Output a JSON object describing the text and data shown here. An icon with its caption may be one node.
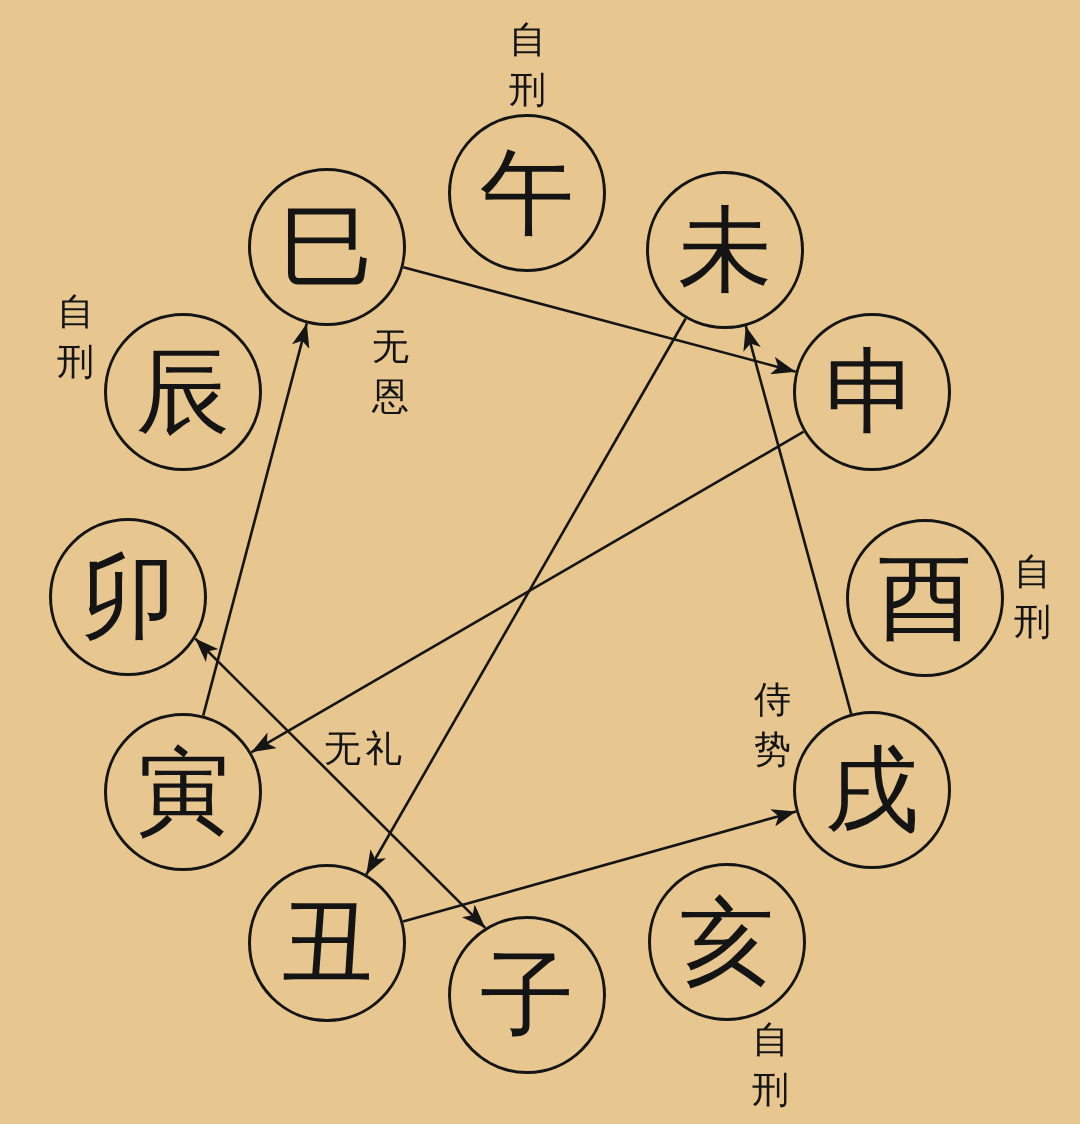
{
  "diagram": {
    "nodes": [
      {
        "text": [
          "子"
        ]
      },
      {
        "text": [
          "丑"
        ]
      },
      {
        "text": [
          "寅"
        ]
      },
      {
        "text": [
          "卯"
        ]
      },
      {
        "text": [
          "辰"
        ],
        "beside": [
          "自刑"
        ]
      },
      {
        "text": [
          "巳"
        ]
      },
      {
        "text": [
          "午"
        ],
        "beside": [
          "自刑"
        ]
      },
      {
        "text": [
          "未"
        ]
      },
      {
        "text": [
          "申"
        ]
      },
      {
        "text": [
          "酉"
        ],
        "beside": [
          "自刑"
        ]
      },
      {
        "text": [
          "戌"
        ]
      },
      {
        "text": [
          "亥"
        ],
        "beside": [
          "自刑"
        ]
      }
    ],
    "edges": [
      {
        "from": 5,
        "to": 8,
        "arrow": "to"
      },
      {
        "from": 8,
        "to": 2,
        "arrow": "to"
      },
      {
        "from": 2,
        "to": 5,
        "arrow": "to"
      },
      {
        "from": 7,
        "to": 1,
        "arrow": "to"
      },
      {
        "from": 1,
        "to": 10,
        "arrow": "to"
      },
      {
        "from": 10,
        "to": 7,
        "arrow": "to"
      },
      {
        "from": 3,
        "to": 0,
        "arrow": "both"
      }
    ],
    "labels": [
      "无恩",
      "侍势",
      "无礼"
    ]
  }
}
